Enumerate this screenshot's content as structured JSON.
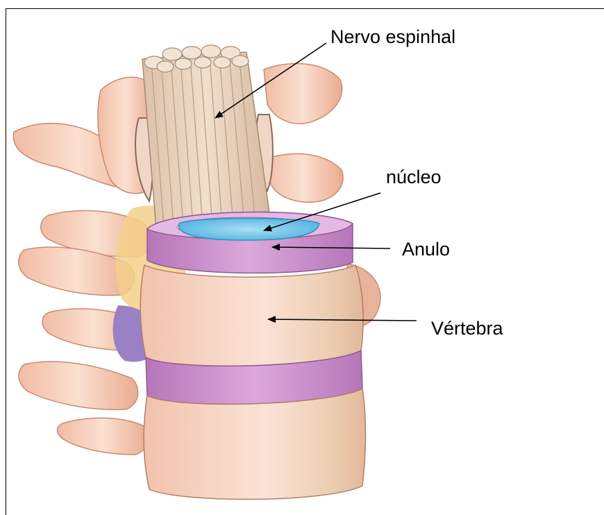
{
  "diagram": {
    "labels": {
      "nervo_espinhal": "Nervo espinhal",
      "nucleo": "núcleo",
      "anulo": "Anulo",
      "vertebra": "Vértebra"
    },
    "colors": {
      "bone": "#f4cbb6",
      "bone_shadow": "#d99f85",
      "nerve": "#e8d3bd",
      "disc_annulus": "#d29bd2",
      "nucleus": "#6fc3e6",
      "ligament": "#f5d58a",
      "dura": "#a084c6"
    }
  }
}
